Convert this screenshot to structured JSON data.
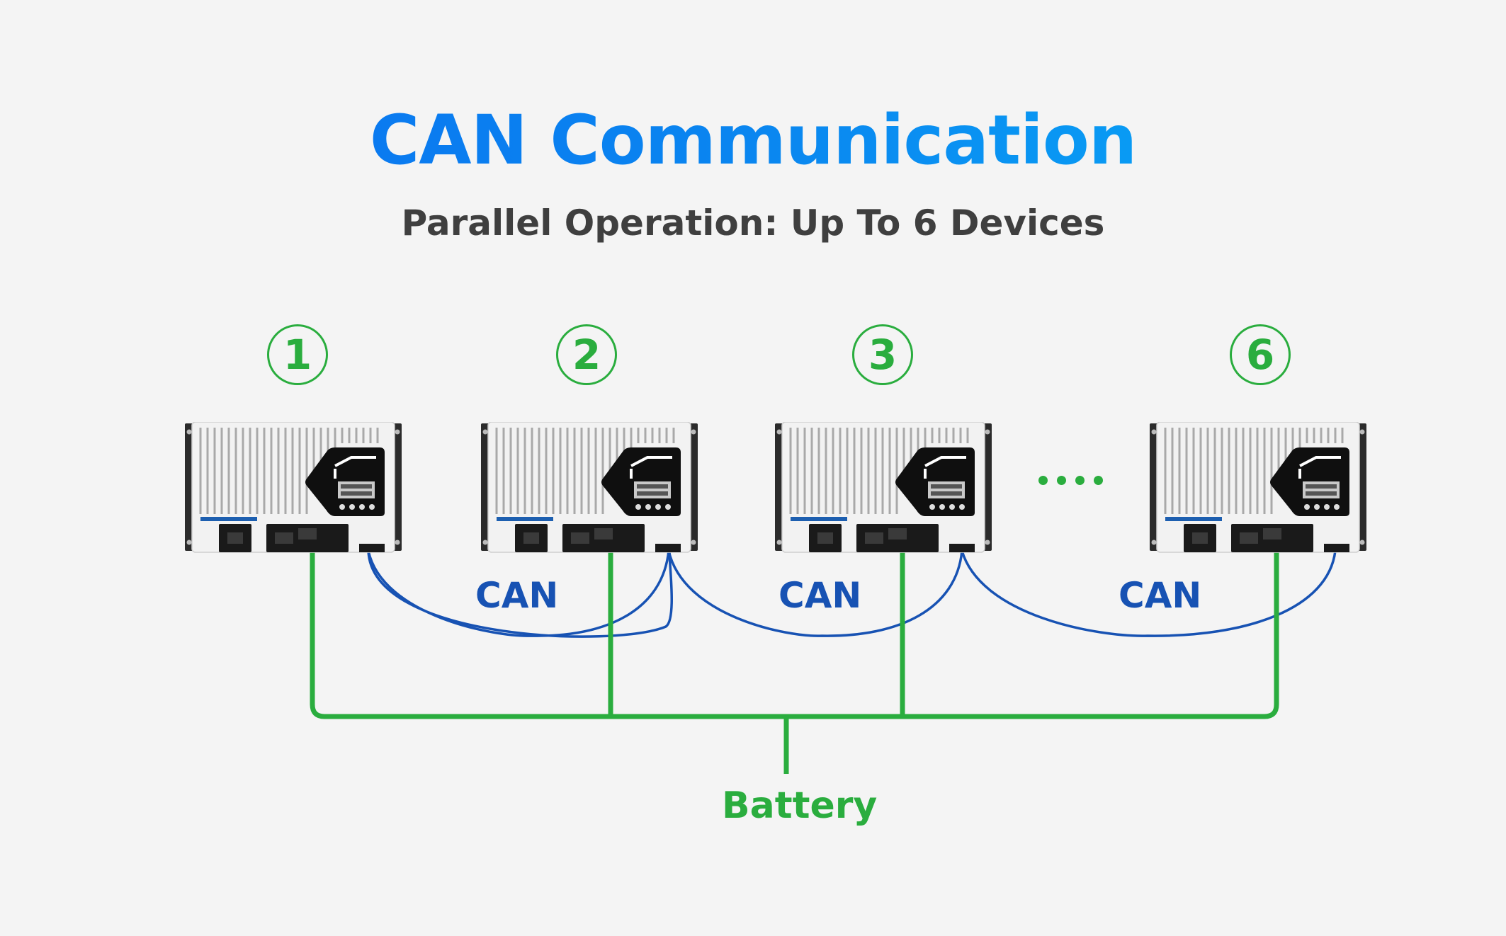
{
  "title": "CAN Communication",
  "subtitle": "Parallel Operation: Up To 6 Devices",
  "devices": [
    {
      "number": "1"
    },
    {
      "number": "2"
    },
    {
      "number": "3"
    },
    {
      "number": "6"
    }
  ],
  "can_labels": [
    "CAN",
    "CAN",
    "CAN"
  ],
  "battery_label": "Battery",
  "colors": {
    "title_gradient": [
      "#0a6ff0",
      "#08aef7"
    ],
    "subtitle": "#3f3f3f",
    "battery_wire": "#2aad3e",
    "can_wire": "#1752b3",
    "device_body": "#ededed",
    "device_panel": "#111111"
  },
  "icons": {
    "device": "solar-charge-controller-icon",
    "ellipsis": "ellipsis-dots-icon"
  }
}
